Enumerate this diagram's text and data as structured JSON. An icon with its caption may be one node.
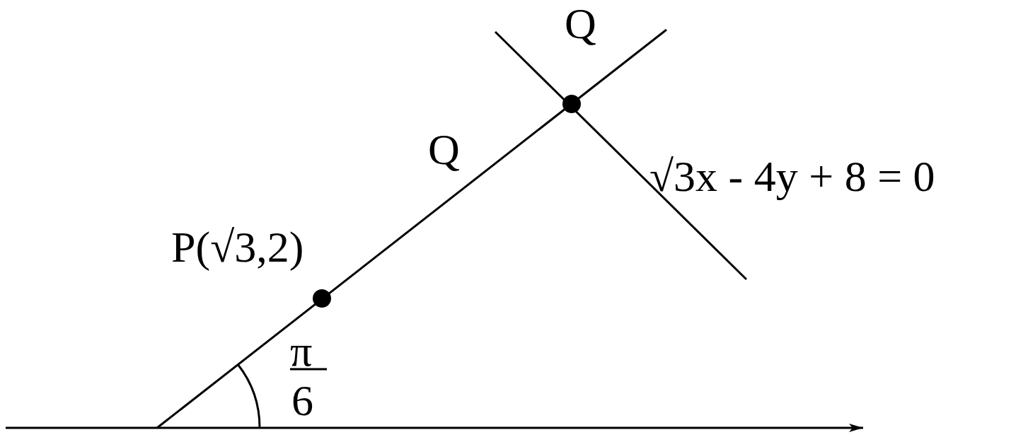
{
  "diagram": {
    "labels": [
      "Q",
      "Q",
      "√3x - 4y + 8 = 0",
      "P(√3,2)",
      "π",
      "6"
    ]
  }
}
